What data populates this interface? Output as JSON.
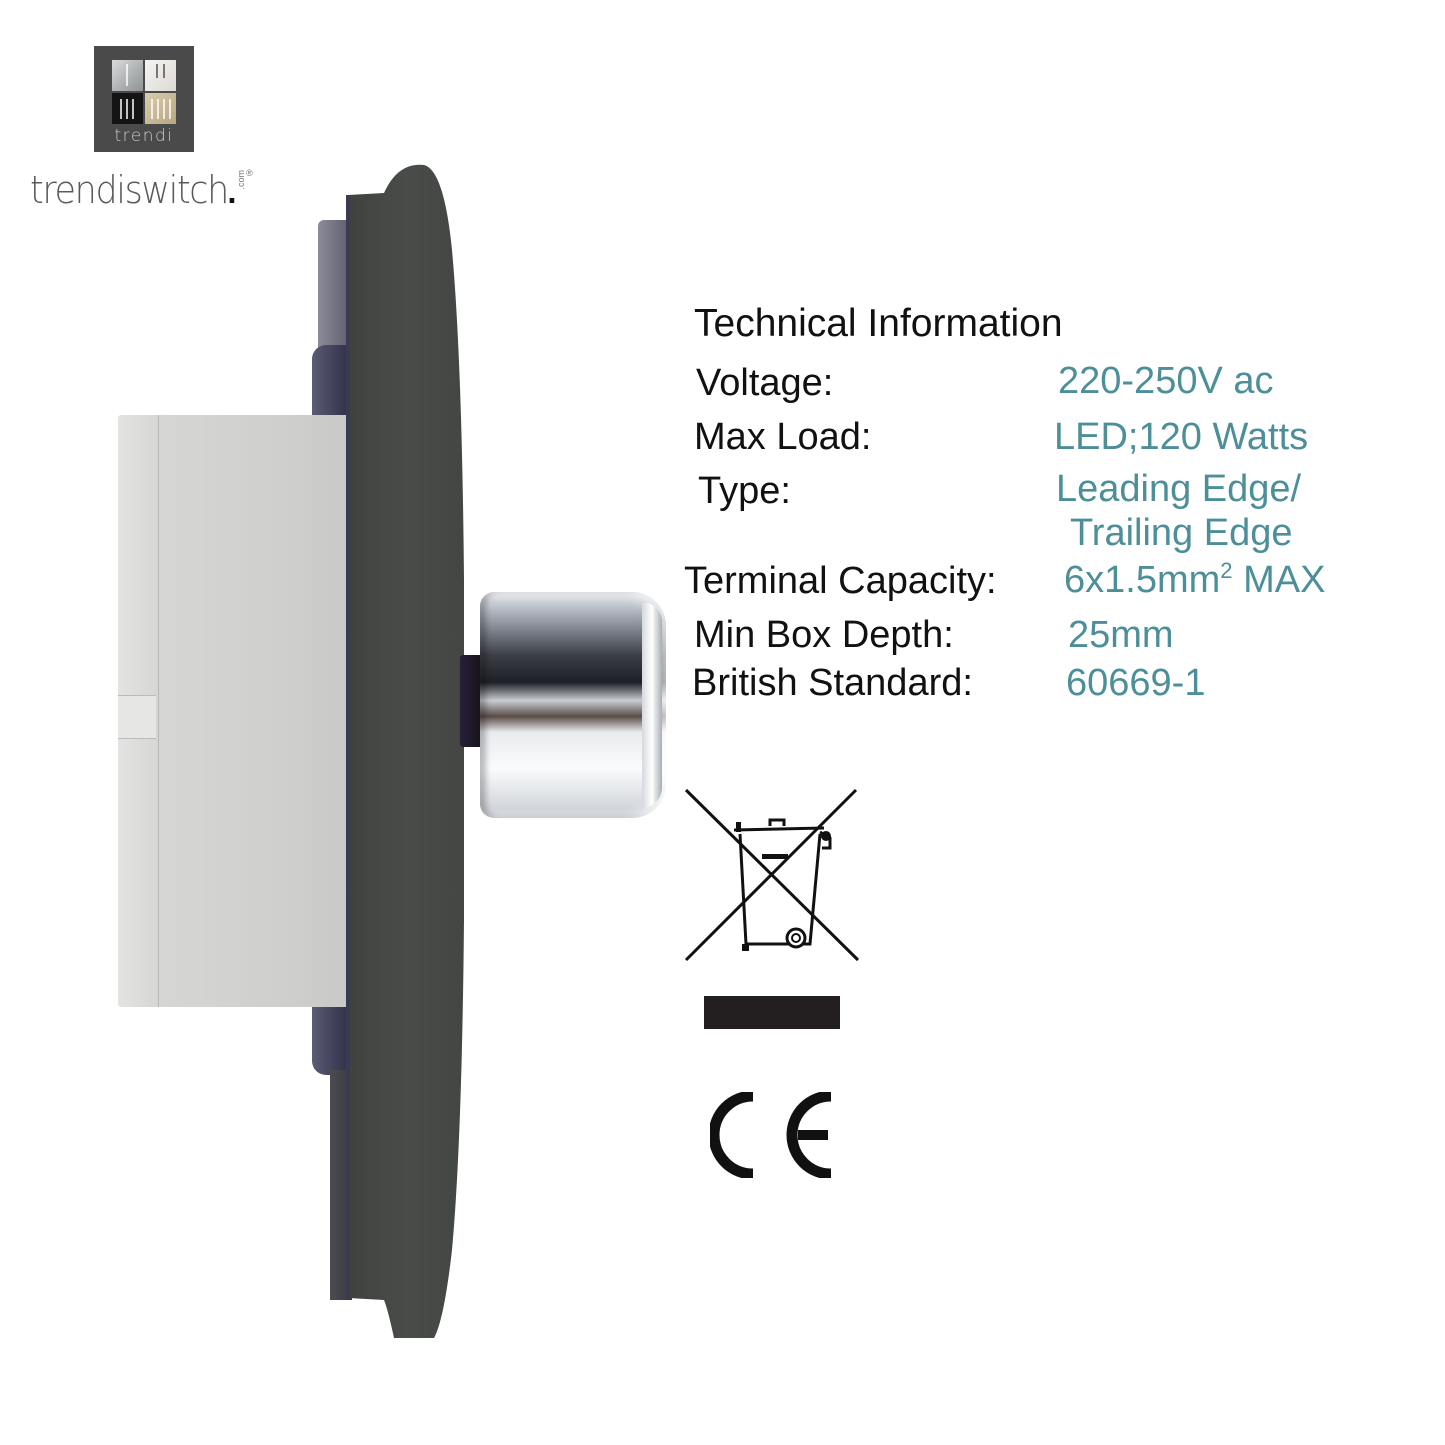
{
  "brand": {
    "logo_word": "trendi",
    "name": "trendiswitch",
    "domain_suffix": ".com",
    "registered_mark": "®"
  },
  "product": {
    "view": "side profile of rotary dimmer switch",
    "plate_color": "#464946",
    "backbox_color": "#d4d4d2",
    "knob_finish": "chrome"
  },
  "tech_info": {
    "title": "Technical Information",
    "rows": [
      {
        "label": "Voltage:",
        "value": "220-250V ac"
      },
      {
        "label": "Max Load:",
        "value": "LED;120 Watts"
      },
      {
        "label": "Type:",
        "value": "Leading Edge/",
        "value_line2": "Trailing Edge"
      },
      {
        "label": "Terminal Capacity:",
        "value": "6x1.5mm",
        "value_sup": "2",
        "value_suffix": " MAX"
      },
      {
        "label": "Min Box Depth:",
        "value": "25mm"
      },
      {
        "label": "British Standard:",
        "value": "60669-1"
      }
    ],
    "label_color": "#111111",
    "value_color": "#4d8f98"
  },
  "symbols": {
    "weee": "crossed-out-wheelie-bin-icon",
    "bar": "weee-bar",
    "ce": "ce-mark-icon"
  }
}
